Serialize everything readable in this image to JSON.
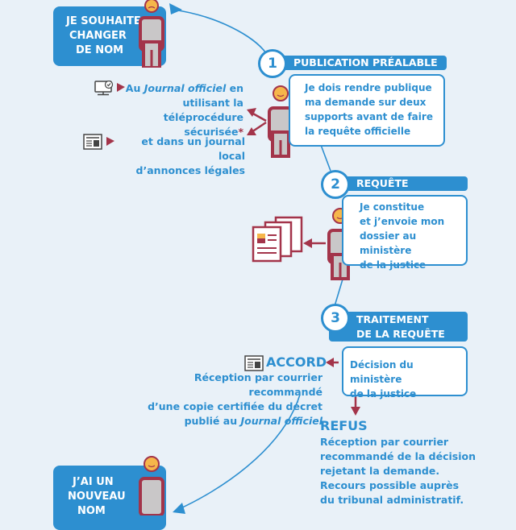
{
  "start_box": {
    "lines": [
      "JE SOUHAITE",
      "CHANGER",
      "DE NOM"
    ]
  },
  "end_box": {
    "lines": [
      "J’AI UN",
      "NOUVEAU",
      "NOM"
    ]
  },
  "step1": {
    "number": "1",
    "title": "PUBLICATION PRÉALABLE",
    "bubble": [
      "Je dois rendre publique",
      "ma demande sur deux",
      "supports avant de faire",
      "la requête officielle"
    ]
  },
  "step2": {
    "number": "2",
    "title": "REQUÊTE",
    "bubble": [
      "Je constitue",
      "et j’envoie mon",
      "dossier au ministère",
      "de la justice"
    ]
  },
  "step3": {
    "number": "3",
    "title_lines": [
      "TRAITEMENT",
      "DE LA REQUÊTE"
    ],
    "bubble": [
      "Décision du ministère",
      "de la justice"
    ]
  },
  "support1": {
    "prefix": "Au ",
    "italic": "Journal officiel",
    "suffix": " en",
    "line2": "utilisant la téléprocédure",
    "line3": "sécurisée",
    "asterisk": "*"
  },
  "support2": {
    "line1": "et dans un journal local",
    "line2": "d’annonces légales"
  },
  "accord": {
    "title": "ACCORD",
    "line1": "Réception par courrier recommandé",
    "line2": "d’une copie certifiée du décret",
    "line3_prefix": "publié au ",
    "line3_italic": "Journal officiel"
  },
  "refus": {
    "title": "REFUS",
    "lines": [
      "Réception par courrier",
      "recommandé de la décision",
      "rejetant la demande.",
      "Recours possible auprès",
      "du tribunal administratif."
    ]
  },
  "colors": {
    "blue": "#2d8fd0",
    "maroon": "#a3344a",
    "grey": "#c9c7c8",
    "face": "#f6b64a",
    "background": "#e9f1f8"
  },
  "icons": [
    "computer-check-icon",
    "newspaper-icon",
    "documents-icon",
    "person-figure-icon"
  ]
}
